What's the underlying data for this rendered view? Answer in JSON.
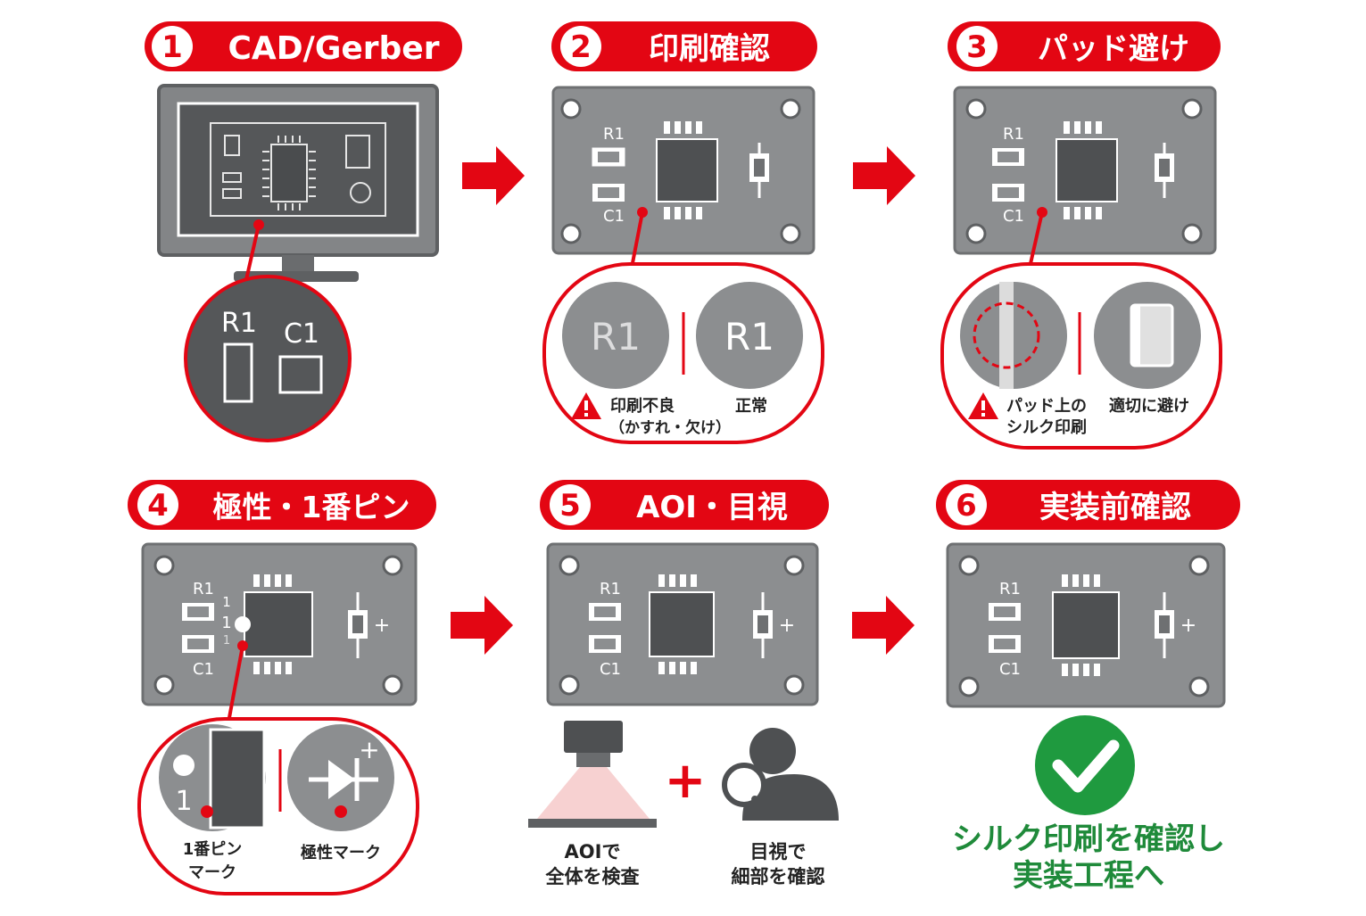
{
  "colors": {
    "accent_red": "#e30613",
    "board_grey": "#8c8e90",
    "chip_dark": "#4e5052",
    "ok_green": "#1f9a3f",
    "frame_dark": "#5a5c5e"
  },
  "steps": [
    {
      "number": "1",
      "title": "CAD/Gerber",
      "zoom": {
        "labels": [
          "R1",
          "C1"
        ]
      }
    },
    {
      "number": "2",
      "title": "印刷確認",
      "board": {
        "r1": "R1",
        "c1": "C1"
      },
      "zoom": {
        "left_text": "R1",
        "right_text": "R1",
        "left_caption": [
          "印刷不良",
          "（かすれ・欠け）"
        ],
        "right_caption": [
          "正常"
        ]
      }
    },
    {
      "number": "3",
      "title": "パッド避け",
      "board": {
        "r1": "R1",
        "c1": "C1"
      },
      "zoom": {
        "left_caption": [
          "パッド上の",
          "シルク印刷"
        ],
        "right_caption": [
          "適切に避け"
        ]
      }
    },
    {
      "number": "4",
      "title": "極性・1番ピン",
      "board": {
        "r1": "R1",
        "c1": "C1",
        "pin_marks": [
          "1",
          "1",
          "1"
        ],
        "plus": "+"
      },
      "zoom": {
        "pin_label": "1",
        "plus": "+",
        "left_caption": [
          "1番ピン",
          "マーク"
        ],
        "right_caption": [
          "極性マーク"
        ]
      }
    },
    {
      "number": "5",
      "title": "AOI・目視",
      "board": {
        "r1": "R1",
        "c1": "C1",
        "plus": "+"
      },
      "plus_sign": "+",
      "left_caption": [
        "AOIで",
        "全体を検査"
      ],
      "right_caption": [
        "目視で",
        "細部を確認"
      ]
    },
    {
      "number": "6",
      "title": "実装前確認",
      "board": {
        "r1": "R1",
        "c1": "C1",
        "plus": "+"
      },
      "result": [
        "シルク印刷を確認し",
        "実装工程へ"
      ]
    }
  ],
  "icons": {
    "step_arrow": "arrow-right-icon",
    "warning": "warning-icon",
    "check": "check-circle-icon",
    "camera": "aoi-camera-icon",
    "inspector": "magnifier-person-icon",
    "monitor": "monitor-icon"
  }
}
